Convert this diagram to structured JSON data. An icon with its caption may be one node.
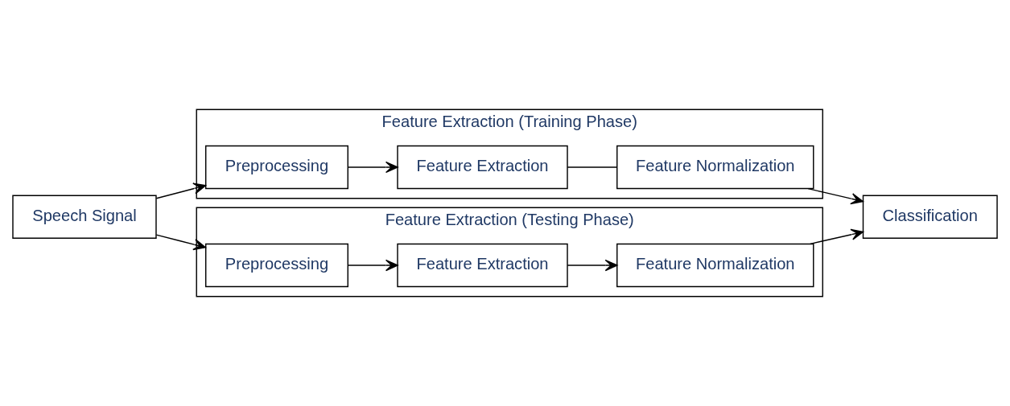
{
  "diagram": {
    "nodes": [
      {
        "text": [
          "Feature Extraction (Training Phase)"
        ]
      },
      {
        "text": [
          "Preprocessing"
        ],
        "in": 0
      },
      {
        "text": [
          "Feature Extraction"
        ],
        "in": 0
      },
      {
        "text": [
          "Feature Normalization"
        ],
        "in": 0
      },
      {
        "text": [
          "Speech Signal"
        ]
      },
      {
        "text": [
          "Classification"
        ]
      },
      {
        "text": [
          "Feature Extraction (Testing Phase)"
        ]
      },
      {
        "text": [
          "Preprocessing"
        ],
        "in": 6
      },
      {
        "text": [
          "Feature Extraction"
        ],
        "in": 6
      },
      {
        "text": [
          "Feature Normalization"
        ],
        "in": 6
      }
    ],
    "edges": [
      {
        "from": 4,
        "to": 1,
        "arrow": "to"
      },
      {
        "from": 1,
        "to": 2,
        "arrow": "to"
      },
      {
        "from": 2,
        "to": 3,
        "arrow": "none"
      },
      {
        "from": 3,
        "to": 5,
        "arrow": "to"
      },
      {
        "from": 4,
        "to": 7,
        "arrow": "to"
      },
      {
        "from": 7,
        "to": 8,
        "arrow": "to"
      },
      {
        "from": 8,
        "to": 9,
        "arrow": "to"
      },
      {
        "from": 9,
        "to": 5,
        "arrow": "to"
      }
    ]
  }
}
